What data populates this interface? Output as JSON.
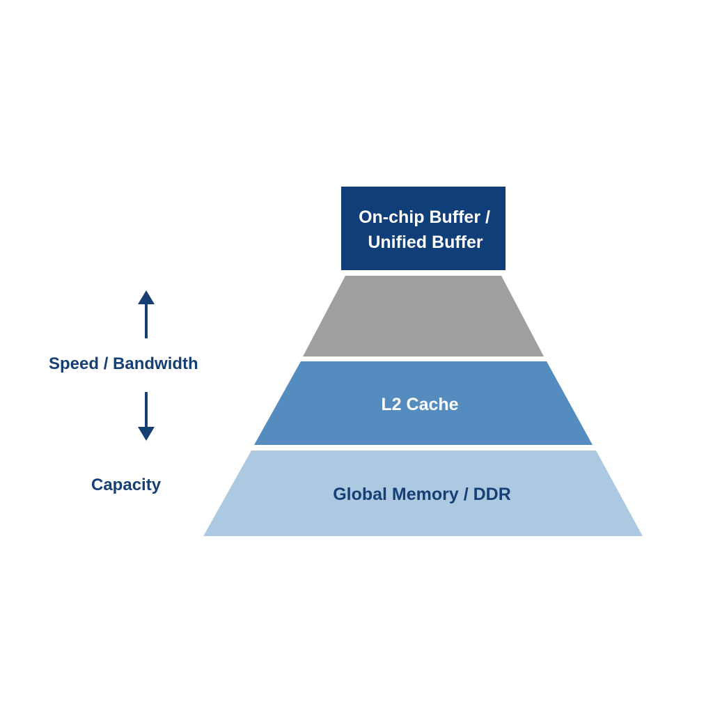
{
  "diagram": {
    "tiers": [
      {
        "id": "top",
        "label_lines": [
          "On-chip Buffer /",
          "Unified Buffer"
        ],
        "fill": "#0f3e78",
        "text_color": "#ffffff"
      },
      {
        "id": "second",
        "label_lines": [],
        "fill": "#9d9fa1",
        "text_color": "#ffffff"
      },
      {
        "id": "third",
        "label_lines": [
          "L2 Cache"
        ],
        "fill": "#558cbf",
        "text_color": "#ffffff"
      },
      {
        "id": "bottom",
        "label_lines": [
          "Global Memory / DDR"
        ],
        "fill": "#adc9e2",
        "text_color": "#163f73"
      }
    ],
    "axis": {
      "up_label": "Speed / Bandwidth",
      "down_label": "Capacity",
      "color": "#163f73"
    }
  }
}
